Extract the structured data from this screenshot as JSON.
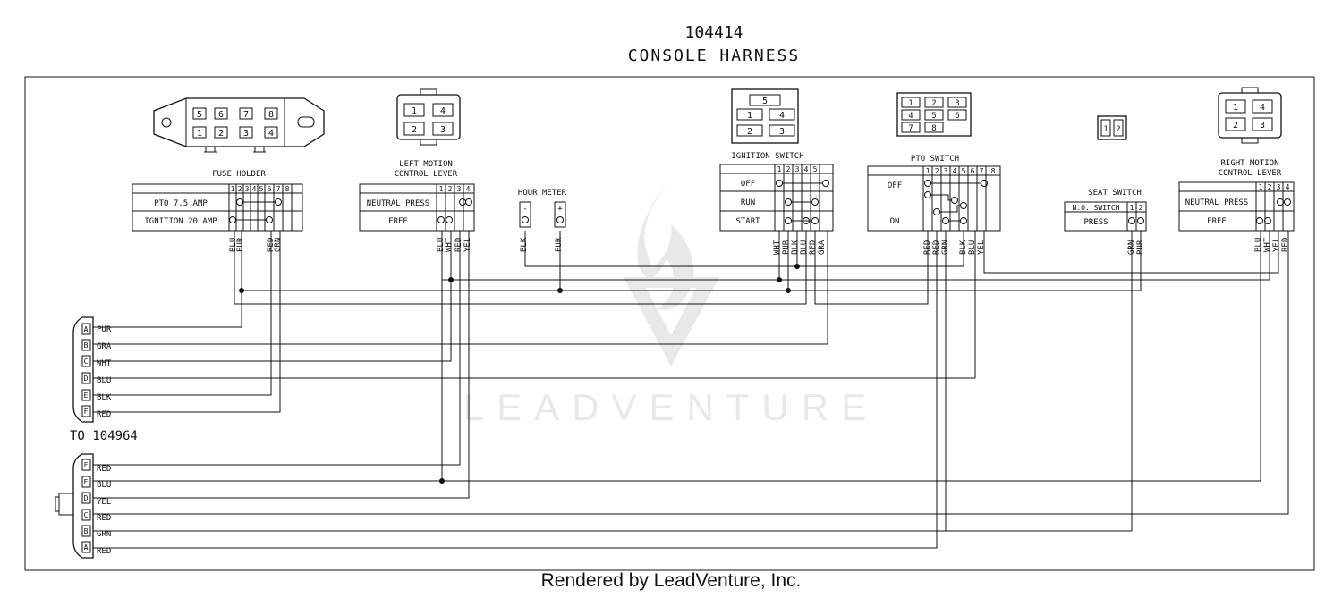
{
  "title": {
    "part_number": "104414",
    "name": "CONSOLE HARNESS"
  },
  "footer": "Rendered by LeadVenture, Inc.",
  "watermark": "LEADVENTURE",
  "fuse_holder": {
    "label": "FUSE HOLDER",
    "connector_pins_top": [
      "5",
      "6",
      "7",
      "8"
    ],
    "connector_pins_bottom": [
      "1",
      "2",
      "3",
      "4"
    ],
    "columns": [
      "1",
      "2",
      "3",
      "4",
      "5",
      "6",
      "7",
      "8"
    ],
    "rows": [
      "PTO 7.5 AMP",
      "IGNITION 20 AMP"
    ],
    "wires": [
      "BLU",
      "PUR",
      "RED",
      "GRN"
    ]
  },
  "left_motion_control_lever": {
    "label_1": "LEFT MOTION",
    "label_2": "CONTROL LEVER",
    "connector_pins": [
      "1",
      "4",
      "2",
      "3"
    ],
    "columns": [
      "1",
      "2",
      "3",
      "4"
    ],
    "rows": [
      "NEUTRAL PRESS",
      "FREE"
    ],
    "wires": [
      "BLU",
      "WHT",
      "RED",
      "YEL"
    ]
  },
  "hour_meter": {
    "label": "HOUR METER",
    "terminals": [
      "-",
      "+"
    ],
    "wires": [
      "BLK",
      "PUR"
    ]
  },
  "ignition_switch": {
    "label": "IGNITION SWITCH",
    "connector_pins": [
      "5",
      "1",
      "4",
      "2",
      "3"
    ],
    "columns": [
      "1",
      "2",
      "3",
      "4",
      "5"
    ],
    "rows": [
      "OFF",
      "RUN",
      "START"
    ],
    "wires": [
      "WHT",
      "PUR",
      "BLK",
      "BLU",
      "RED",
      "GRA"
    ]
  },
  "pto_switch": {
    "label": "PTO SWITCH",
    "connector_pins": [
      "1",
      "2",
      "3",
      "4",
      "5",
      "6",
      "7",
      "8"
    ],
    "columns": [
      "1",
      "2",
      "3",
      "4",
      "5",
      "6",
      "7",
      "8"
    ],
    "rows": [
      "OFF",
      "ON"
    ],
    "wires": [
      "RED",
      "RED",
      "GRN",
      "BLK",
      "BLU",
      "YEL"
    ]
  },
  "seat_switch": {
    "label": "SEAT SWITCH",
    "connector_pins": [
      "1",
      "2"
    ],
    "header": "N.O. SWITCH",
    "columns": [
      "1",
      "2"
    ],
    "rows": [
      "PRESS"
    ],
    "wires": [
      "GRN",
      "PUR"
    ]
  },
  "right_motion_control_lever": {
    "label_1": "RIGHT MOTION",
    "label_2": "CONTROL LEVER",
    "connector_pins": [
      "1",
      "4",
      "2",
      "3"
    ],
    "columns": [
      "1",
      "2",
      "3",
      "4"
    ],
    "rows": [
      "NEUTRAL PRESS",
      "FREE"
    ],
    "wires": [
      "BLU",
      "WHT",
      "YEL",
      "RED"
    ]
  },
  "connector_a": {
    "pins": [
      "A",
      "B",
      "C",
      "D",
      "E",
      "F"
    ],
    "wires": [
      "PUR",
      "GRA",
      "WHT",
      "BLU",
      "BLK",
      "RED"
    ]
  },
  "to_label": "TO 104964",
  "connector_b": {
    "pins": [
      "F",
      "E",
      "D",
      "C",
      "B",
      "A"
    ],
    "wires": [
      "RED",
      "BLU",
      "YEL",
      "RED",
      "GRN",
      "RED"
    ]
  }
}
